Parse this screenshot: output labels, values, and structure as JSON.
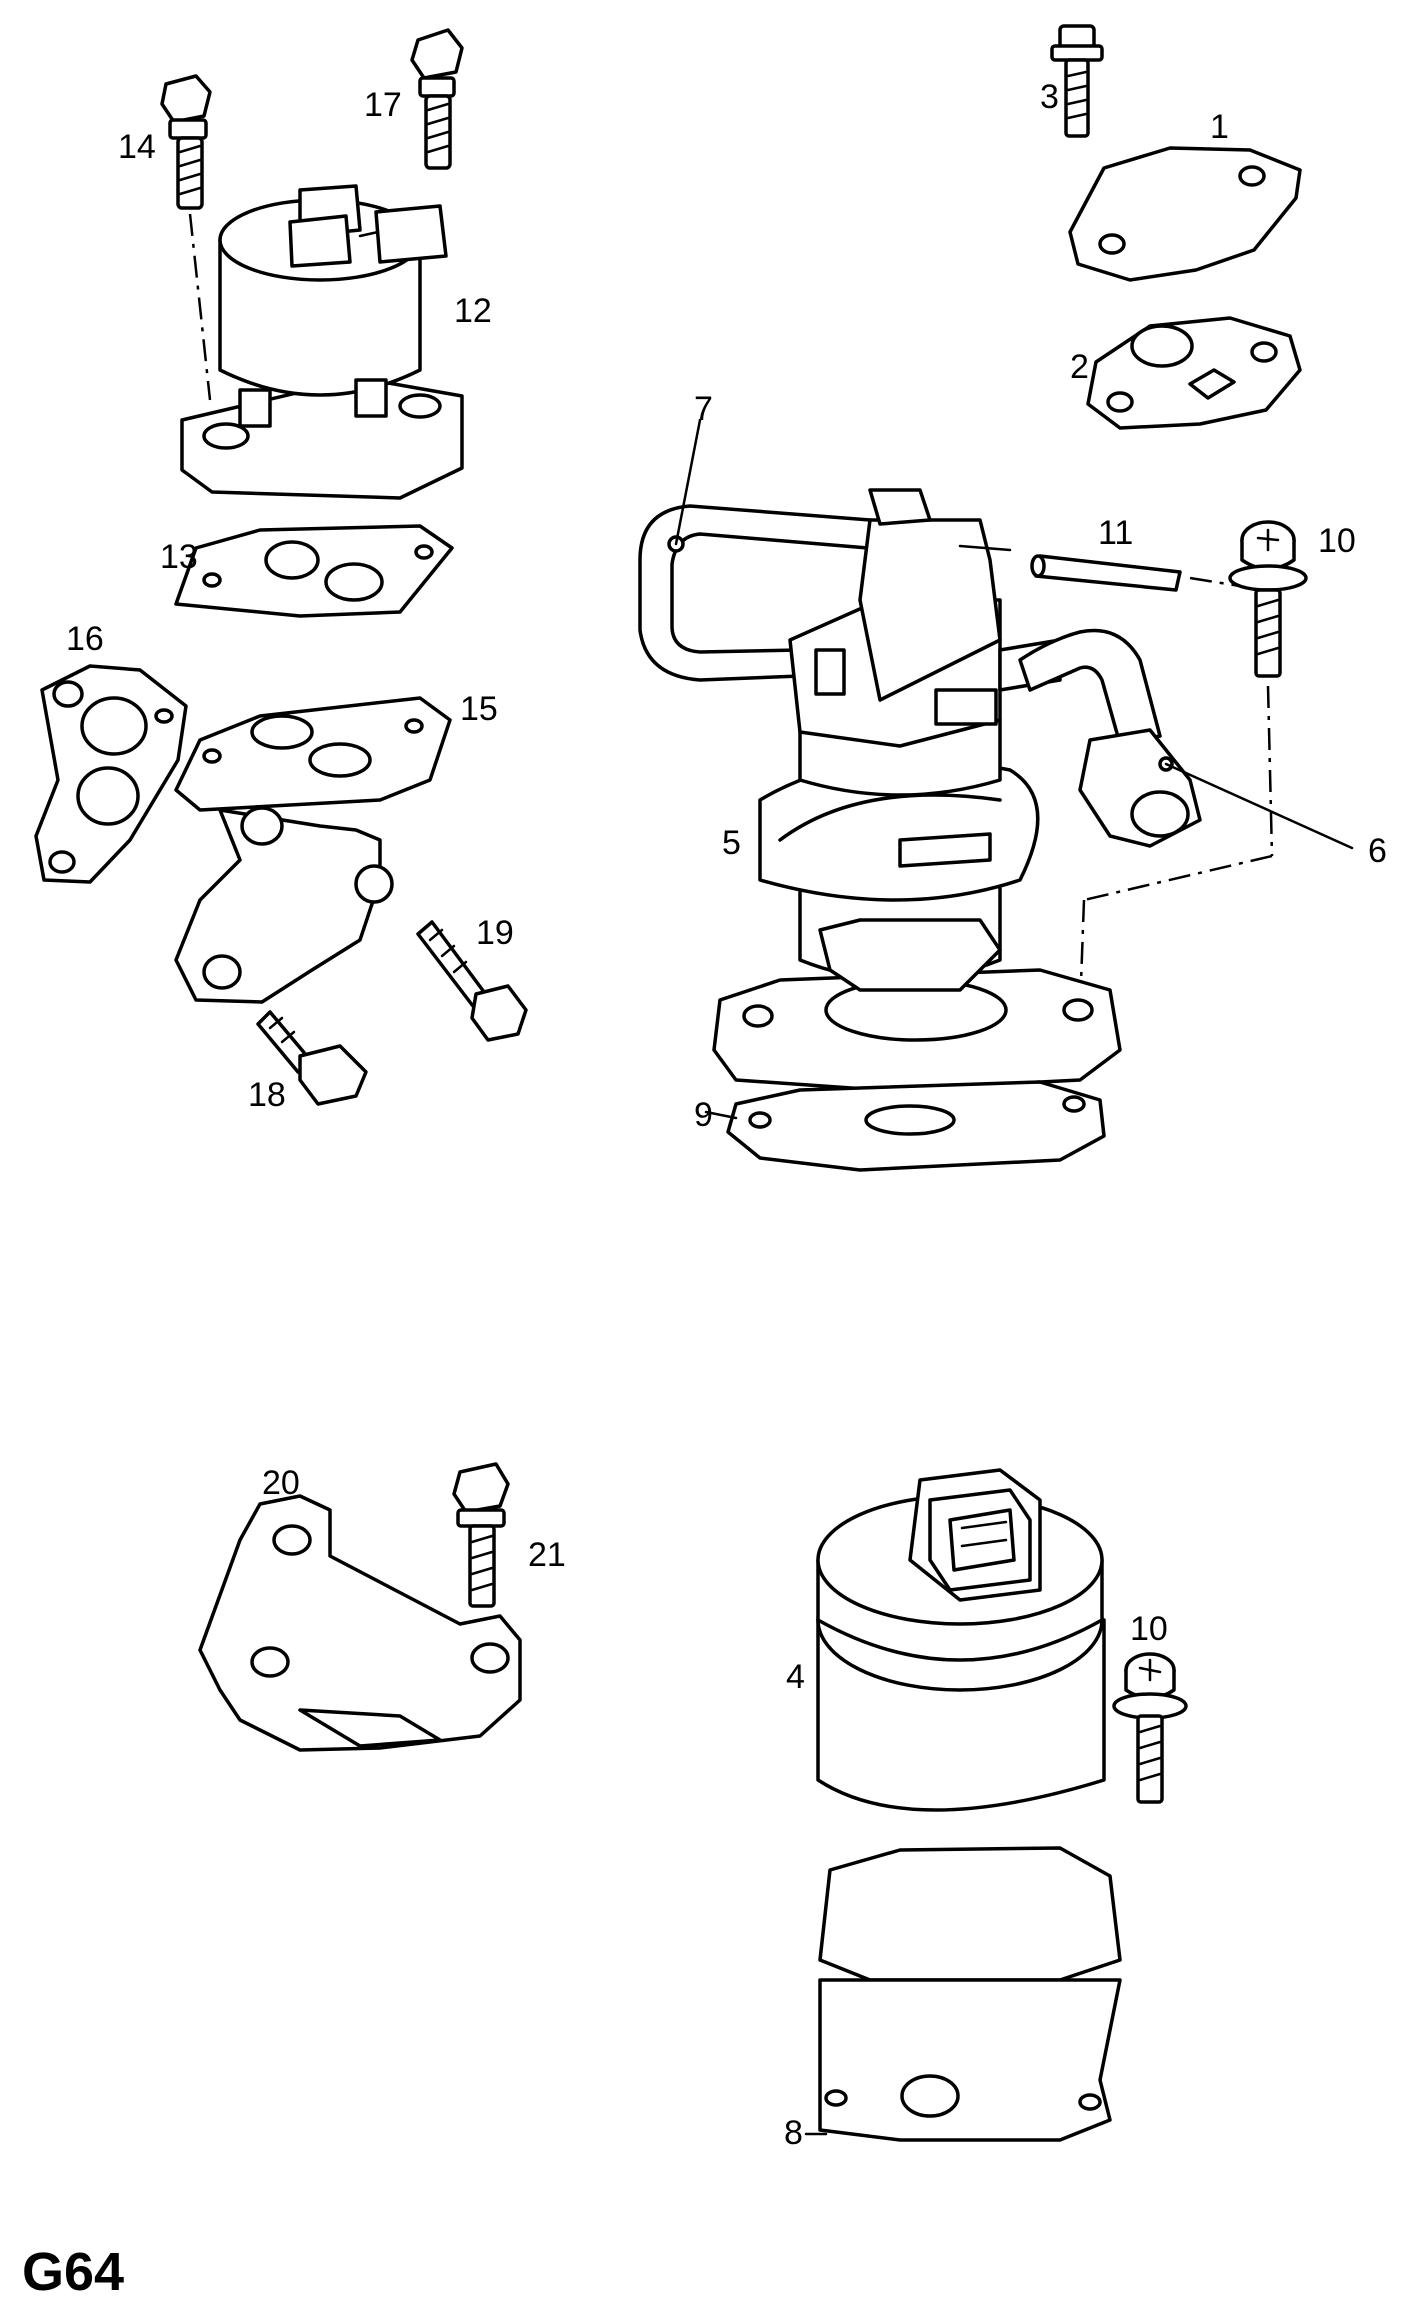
{
  "diagram": {
    "code": "G64",
    "callouts": [
      "1",
      "2",
      "3",
      "4",
      "5",
      "6",
      "7",
      "8",
      "9",
      "10",
      "11",
      "12",
      "13",
      "14",
      "15",
      "16",
      "17",
      "18",
      "19",
      "20",
      "21"
    ]
  }
}
